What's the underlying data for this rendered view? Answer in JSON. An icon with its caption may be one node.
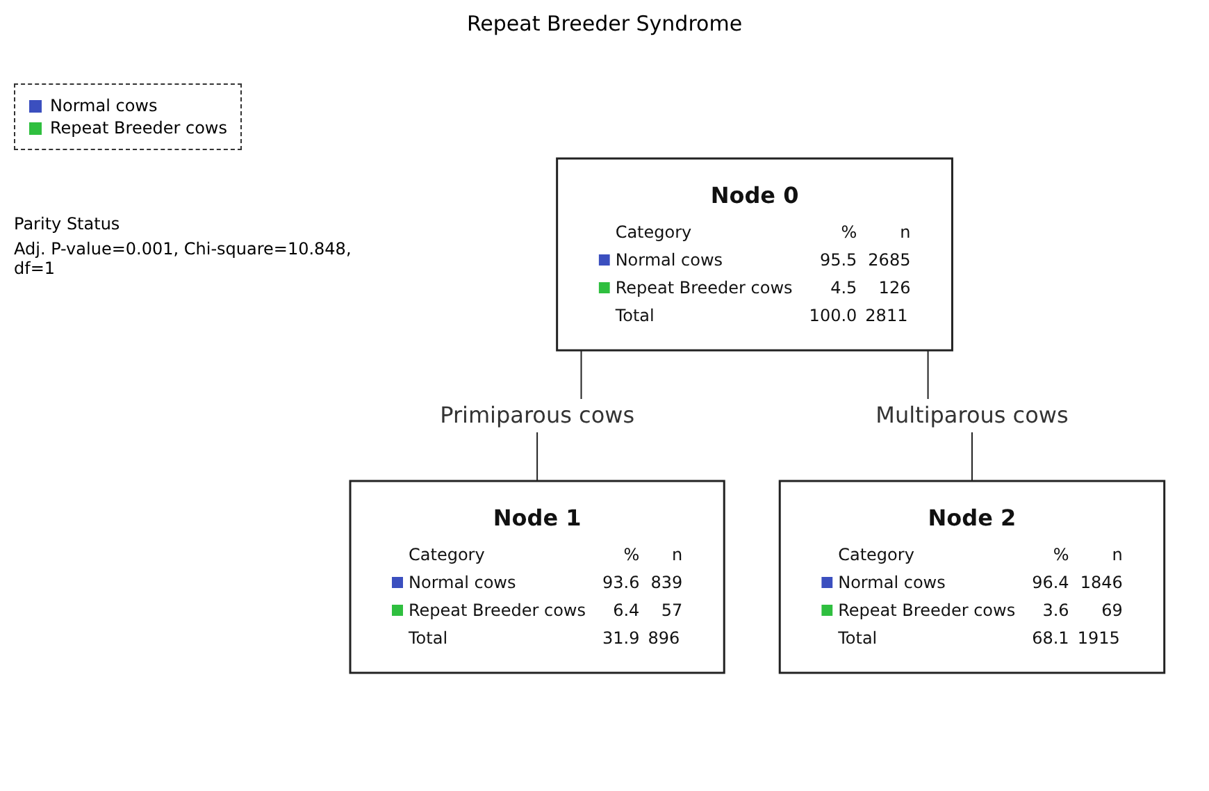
{
  "diagram": {
    "title": "Repeat Breeder Syndrome",
    "nodes": [
      {
        "text": [
          "Node 0",
          "Category",
          "%",
          "n",
          "Normal cows",
          "95.5",
          "2685",
          "Repeat Breeder cows",
          "4.5",
          "126",
          "Total",
          "100.0",
          "2811"
        ],
        "beside": [
          "Parity Status",
          "Adj. P-value=0.001, Chi-square=10.848, df=1"
        ]
      },
      {
        "text": [
          "Node 1",
          "Category",
          "%",
          "n",
          "Normal cows",
          "93.6",
          "839",
          "Repeat Breeder cows",
          "6.4",
          "57",
          "Total",
          "31.9",
          "896"
        ]
      },
      {
        "text": [
          "Node 2",
          "Category",
          "%",
          "n",
          "Normal cows",
          "96.4",
          "1846",
          "Repeat Breeder cows",
          "3.6",
          "69",
          "Total",
          "68.1",
          "1915"
        ]
      }
    ],
    "edges": [
      {
        "from": 0,
        "to": 1,
        "arrow": "none",
        "label": "Primiparous cows"
      },
      {
        "from": 0,
        "to": 2,
        "arrow": "none",
        "label": "Multiparous cows"
      }
    ],
    "legend": [
      {
        "text": "Normal cows",
        "color": "#3b4fbf"
      },
      {
        "text": "Repeat Breeder cows",
        "color": "#2fbf3f"
      }
    ]
  }
}
